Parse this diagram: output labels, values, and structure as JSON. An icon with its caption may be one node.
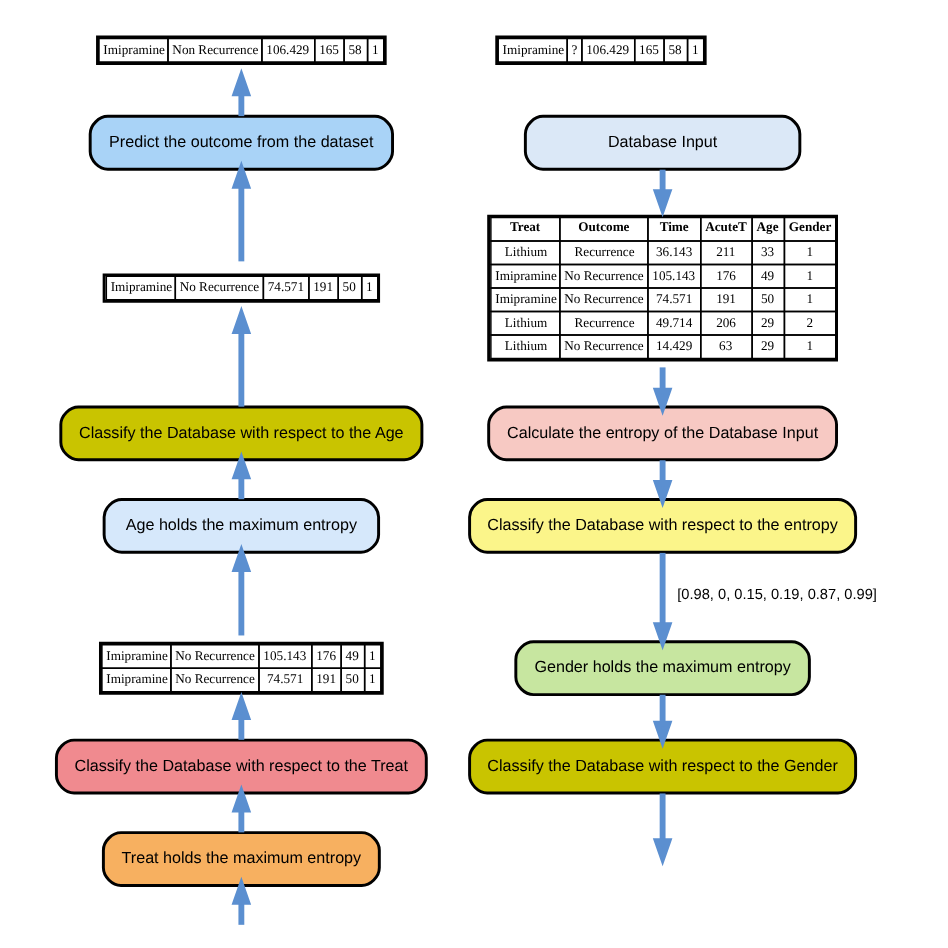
{
  "diagram": {
    "nodes": [
      {
        "text": [
          "Imipramine",
          "Non Recurrence",
          "106.429",
          "165",
          "58",
          "1"
        ]
      },
      {
        "text": [
          "Imipramine",
          "?",
          "106.429",
          "165",
          "58",
          "1"
        ]
      },
      {
        "text": [
          "Predict the outcome from the dataset"
        ]
      },
      {
        "text": [
          "Database Input"
        ]
      },
      {
        "text": [
          "Imipramine",
          "No Recurrence",
          "74.571",
          "191",
          "50",
          "1"
        ]
      },
      {
        "text": [
          "Treat",
          "Outcome",
          "Time",
          "AcuteT",
          "Age",
          "Gender",
          "Lithium",
          "Recurrence",
          "36.143",
          "211",
          "33",
          "1",
          "Imipramine",
          "No Recurrence",
          "105.143",
          "176",
          "49",
          "1",
          "Imipramine",
          "No Recurrence",
          "74.571",
          "191",
          "50",
          "1",
          "Lithium",
          "Recurrence",
          "49.714",
          "206",
          "29",
          "2",
          "Lithium",
          "No Recurrence",
          "14.429",
          "63",
          "29",
          "1"
        ]
      },
      {
        "text": [
          "Classify the Database with respect to the Age"
        ]
      },
      {
        "text": [
          "Age holds the maximum entropy"
        ]
      },
      {
        "text": [
          "Calculate the entropy of the Database Input"
        ]
      },
      {
        "text": [
          "Imipramine",
          "No Recurrence",
          "105.143",
          "176",
          "49",
          "1",
          "Imipramine",
          "No Recurrence",
          "74.571",
          "191",
          "50",
          "1"
        ]
      },
      {
        "text": [
          "Classify the Database with respect to the entropy"
        ]
      },
      {
        "text": [
          "Classify the Database with respect to the Treat"
        ]
      },
      {
        "text": [
          "Gender holds the maximum entropy"
        ]
      },
      {
        "text": [
          "Treat holds the maximum entropy"
        ]
      },
      {
        "text": [
          "Classify the Database with respect to the Gender"
        ]
      }
    ],
    "edges": [
      {
        "from": 3,
        "to": 5,
        "arrow": "to"
      },
      {
        "from": 5,
        "to": 8,
        "arrow": "to"
      },
      {
        "from": 8,
        "to": 10,
        "arrow": "to"
      },
      {
        "from": 10,
        "to": 12,
        "arrow": "to",
        "label": "[0.98, 0, 0.15, 0.19, 0.87, 0.99]"
      },
      {
        "from": 12,
        "to": 14,
        "arrow": "to"
      },
      {
        "from": 14,
        "to": null,
        "arrow": "to"
      },
      {
        "from": null,
        "to": 13,
        "arrow": "to"
      },
      {
        "from": 13,
        "to": 11,
        "arrow": "to"
      },
      {
        "from": 11,
        "to": 9,
        "arrow": "to"
      },
      {
        "from": 9,
        "to": 7,
        "arrow": "to"
      },
      {
        "from": 7,
        "to": 6,
        "arrow": "to"
      },
      {
        "from": 6,
        "to": 4,
        "arrow": "to"
      },
      {
        "from": 4,
        "to": 2,
        "arrow": "to"
      },
      {
        "from": 2,
        "to": 0,
        "arrow": "to"
      }
    ]
  }
}
